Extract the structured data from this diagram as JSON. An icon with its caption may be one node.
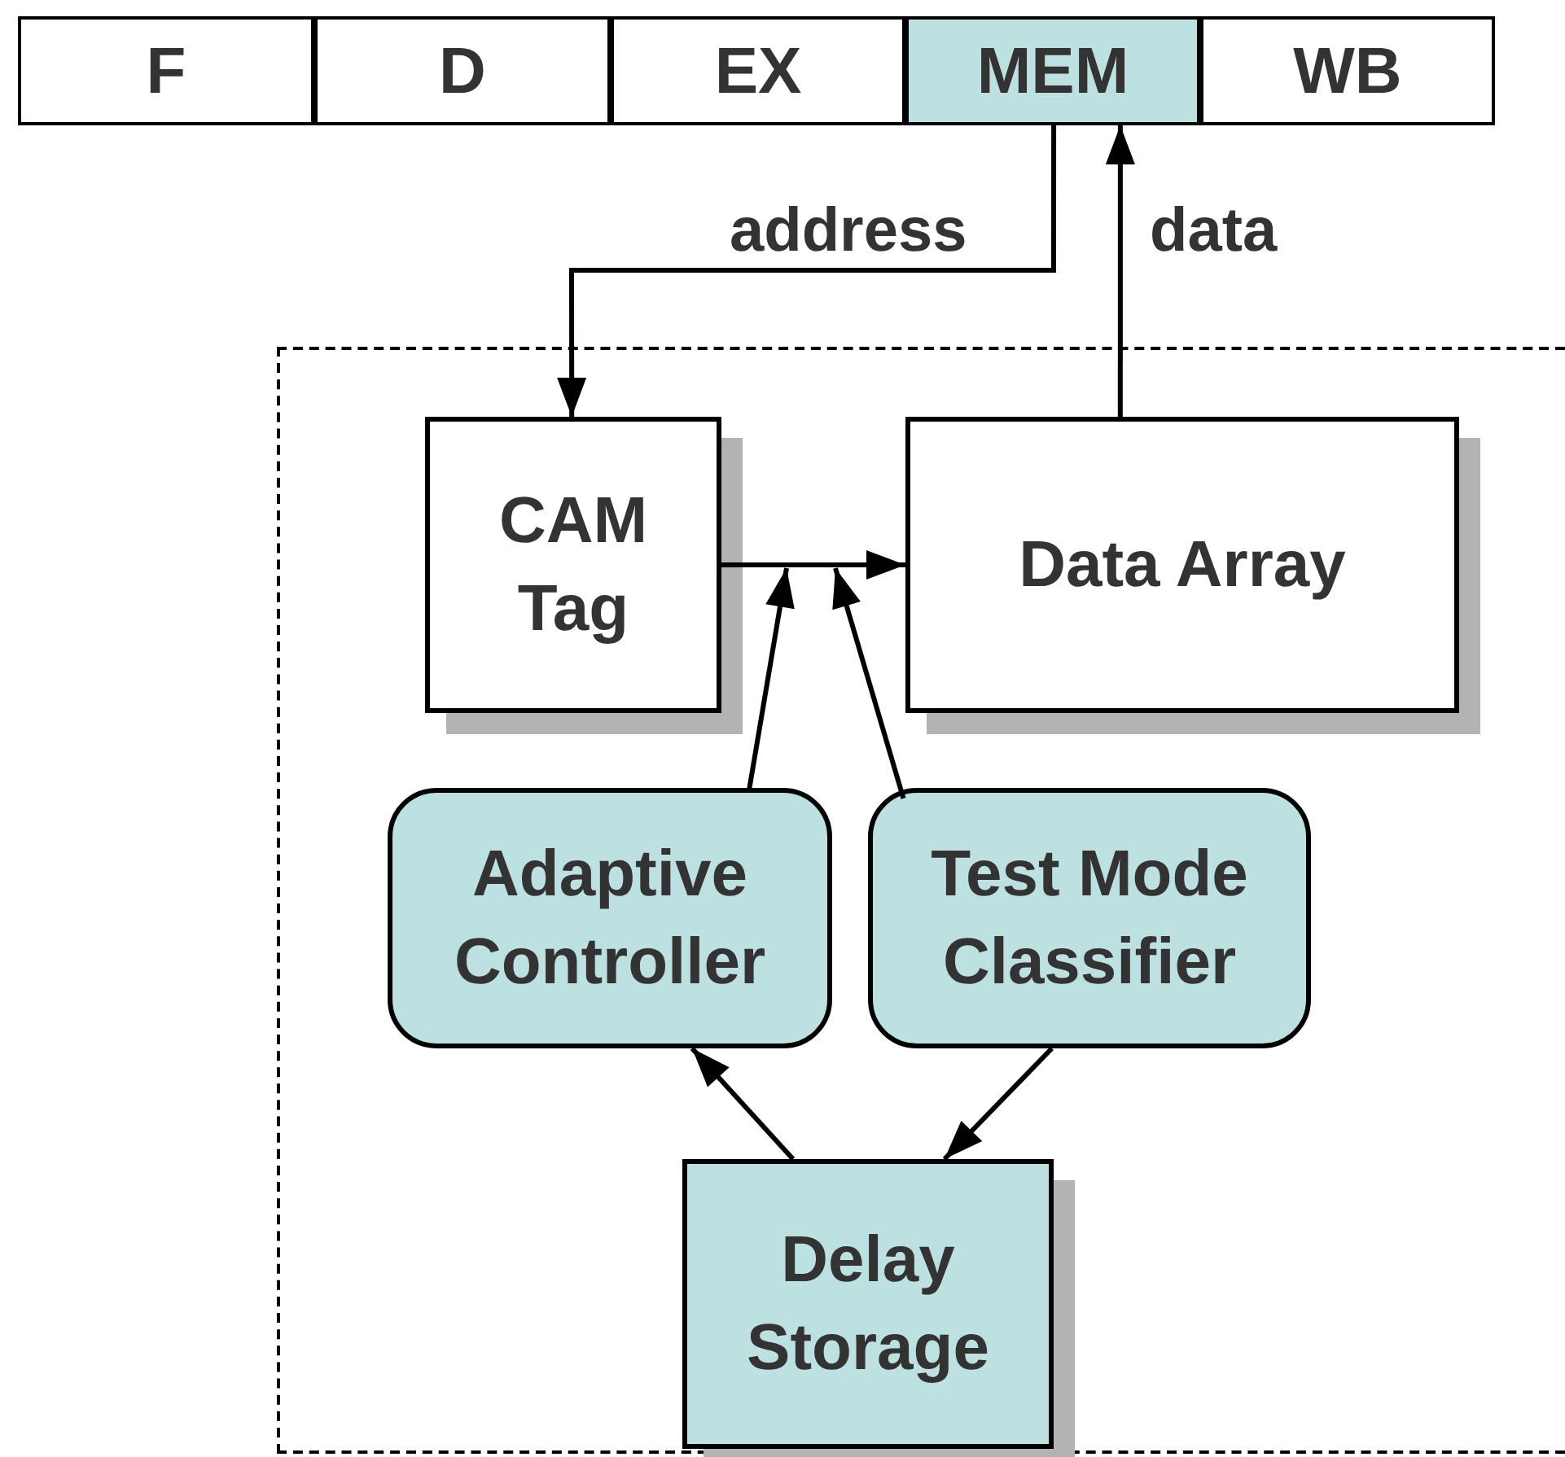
{
  "diagram": {
    "nodes": [
      {
        "text": [
          "F"
        ]
      },
      {
        "text": [
          "D"
        ]
      },
      {
        "text": [
          "EX"
        ]
      },
      {
        "text": [
          "MEM"
        ]
      },
      {
        "text": [
          "WB"
        ]
      },
      {
        "text": [],
        "shape": "box"
      },
      {
        "text": [
          "CAM Tag"
        ],
        "in": 5
      },
      {
        "text": [
          "Data Array"
        ],
        "in": 5
      },
      {
        "text": [
          "Adaptive Controller"
        ],
        "in": 5
      },
      {
        "text": [
          "Test Mode Classifier"
        ],
        "in": 5
      },
      {
        "text": [
          "Delay Storage"
        ],
        "in": 5
      }
    ],
    "edges": [
      {
        "from": 3,
        "to": 6,
        "arrow": "to",
        "label": "address"
      },
      {
        "from": 7,
        "to": 3,
        "arrow": "to",
        "label": "data"
      },
      {
        "from": 6,
        "to": 7,
        "arrow": "to"
      },
      {
        "from": 8,
        "to": null,
        "arrow": "to"
      },
      {
        "from": 9,
        "to": null,
        "arrow": "to"
      },
      {
        "from": 10,
        "to": 8,
        "arrow": "to"
      },
      {
        "from": 9,
        "to": 10,
        "arrow": "to"
      }
    ]
  }
}
